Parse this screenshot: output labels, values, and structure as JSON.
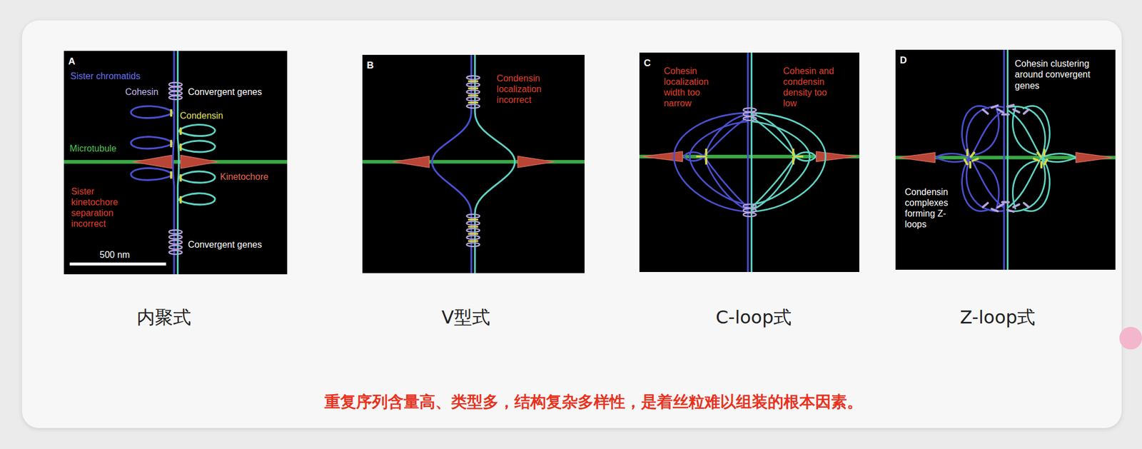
{
  "diagram": {
    "caption": "重复序列含量高、类型多，结构复杂多样性，是着丝粒难以组装的根本因素。",
    "nodes": [
      {
        "text": [
          "A",
          "Sister chromatids",
          "Cohesin",
          "Convergent genes",
          "Condensin",
          "Microtubule",
          "Kinetochore",
          "Sister kinetochore separation incorrect",
          "Convergent genes",
          "500 nm"
        ]
      },
      {
        "text": [
          "B",
          "Condensin localization incorrect"
        ]
      },
      {
        "text": [
          "C",
          "Cohesin localization width too narrow",
          "Cohesin and condensin density too low"
        ]
      },
      {
        "text": [
          "D",
          "Cohesin clustering around convergent genes",
          "Condensin complexes forming Z-loops"
        ]
      }
    ],
    "labels": [
      "内聚式",
      "V型式",
      "C-loop式",
      "Z-loop式"
    ]
  }
}
